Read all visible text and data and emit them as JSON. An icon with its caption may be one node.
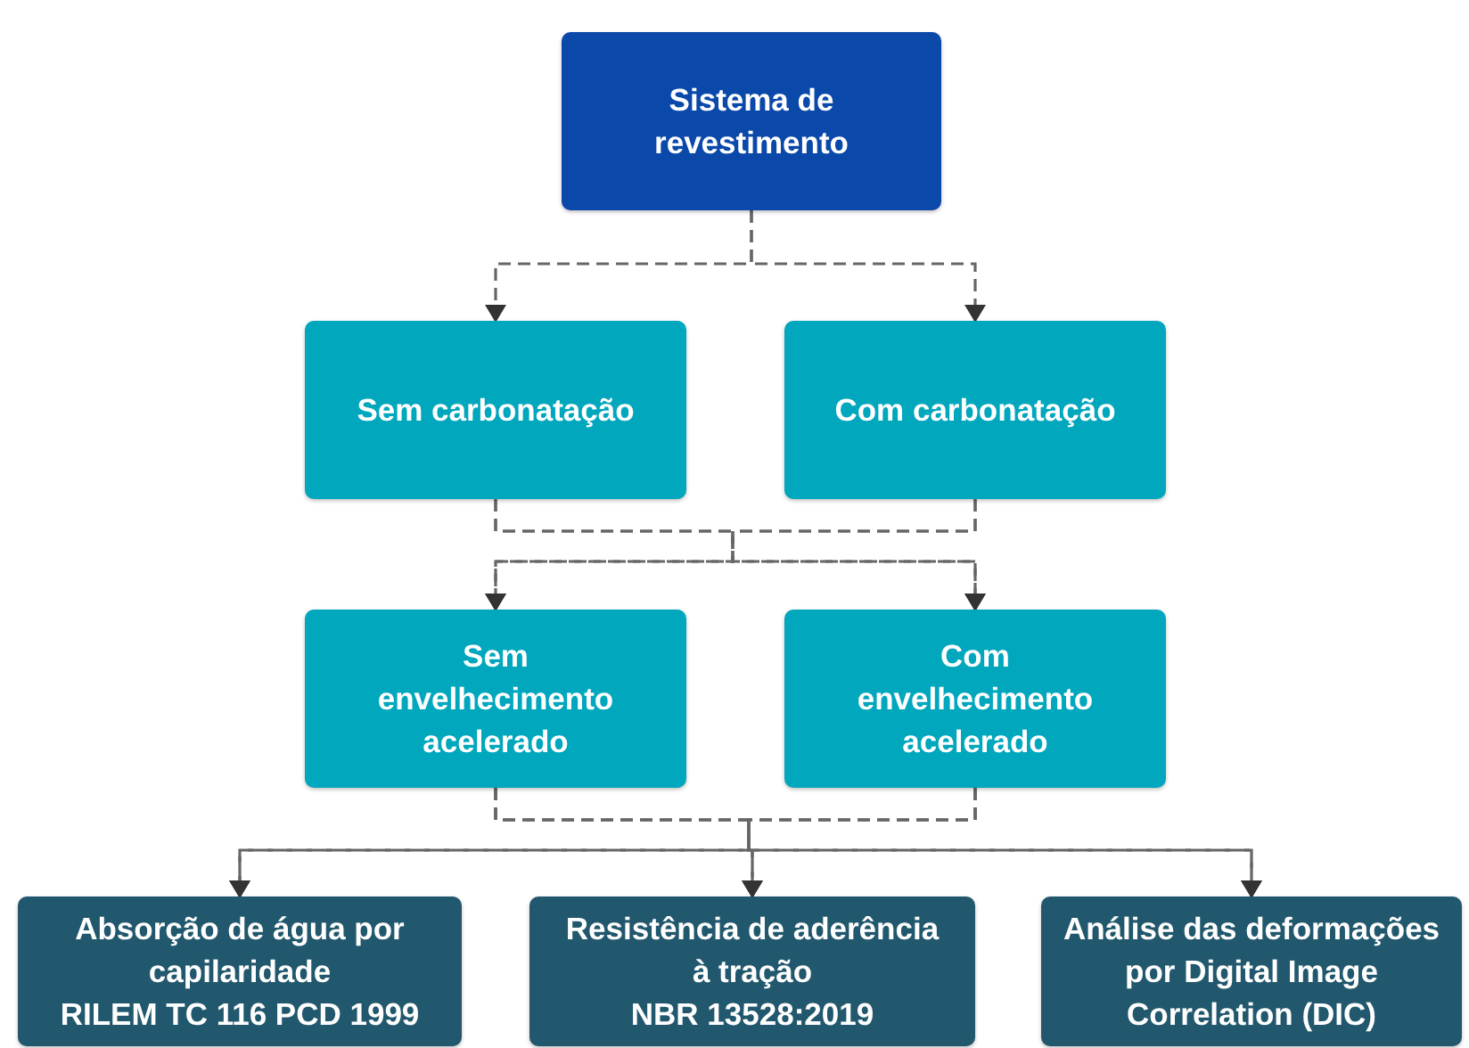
{
  "diagram": {
    "nodes": [
      {
        "text": [
          "Sistema de revestimento"
        ]
      },
      {
        "text": [
          "Sem carbonatação"
        ]
      },
      {
        "text": [
          "Com carbonatação"
        ]
      },
      {
        "text": [
          "Sem envelhecimento acelerado"
        ]
      },
      {
        "text": [
          "Com envelhecimento acelerado"
        ]
      },
      {
        "text": [
          "Absorção de água por capilaridade",
          "RILEM TC 116 PCD 1999"
        ]
      },
      {
        "text": [
          "Resistência de aderência à tração",
          "NBR 13528:2019"
        ]
      },
      {
        "text": [
          "Análise das deformações por Digital Image Correlation (DIC)"
        ]
      }
    ],
    "edges": [
      {
        "from": 0,
        "to": 1,
        "arrow": "to",
        "style": "dashed"
      },
      {
        "from": 0,
        "to": 2,
        "arrow": "to",
        "style": "dashed"
      },
      {
        "from": 1,
        "to": 3,
        "arrow": "to",
        "style": "dashed"
      },
      {
        "from": 1,
        "to": 4,
        "arrow": "to",
        "style": "dashed"
      },
      {
        "from": 2,
        "to": 3,
        "arrow": "to",
        "style": "dashed"
      },
      {
        "from": 2,
        "to": 4,
        "arrow": "to",
        "style": "dashed"
      },
      {
        "from": 3,
        "to": 5,
        "arrow": "to",
        "style": "dashed"
      },
      {
        "from": 3,
        "to": 6,
        "arrow": "to",
        "style": "dashed"
      },
      {
        "from": 3,
        "to": 7,
        "arrow": "to",
        "style": "dashed"
      },
      {
        "from": 4,
        "to": 5,
        "arrow": "to",
        "style": "dashed"
      },
      {
        "from": 4,
        "to": 6,
        "arrow": "to",
        "style": "dashed"
      },
      {
        "from": 4,
        "to": 7,
        "arrow": "to",
        "style": "dashed"
      }
    ]
  }
}
